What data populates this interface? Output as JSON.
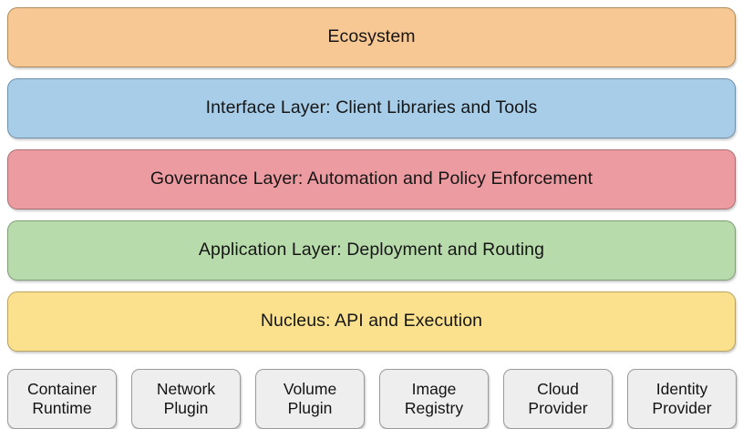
{
  "diagram": {
    "type": "layered-architecture-stack",
    "background_color": "#FFFFFF",
    "layers": [
      {
        "id": "ecosystem",
        "label": "Ecosystem",
        "fill_color": "#F7C794",
        "border_color": "#B08C5C"
      },
      {
        "id": "interface-layer",
        "label": "Interface Layer: Client Libraries and Tools",
        "fill_color": "#A7CDE8",
        "border_color": "#6E8FA8"
      },
      {
        "id": "governance-layer",
        "label": "Governance Layer: Automation and Policy Enforcement",
        "fill_color": "#EC9BA1",
        "border_color": "#A96F74"
      },
      {
        "id": "application-layer",
        "label": "Application Layer: Deployment and Routing",
        "fill_color": "#B7DBAB",
        "border_color": "#7F9C77"
      },
      {
        "id": "nucleus",
        "label": "Nucleus: API and Execution",
        "fill_color": "#FBE08E",
        "border_color": "#B7A25F"
      }
    ],
    "plugins": [
      {
        "id": "container-runtime",
        "line1": "Container",
        "line2": "Runtime"
      },
      {
        "id": "network-plugin",
        "line1": "Network",
        "line2": "Plugin"
      },
      {
        "id": "volume-plugin",
        "line1": "Volume",
        "line2": "Plugin"
      },
      {
        "id": "image-registry",
        "line1": "Image",
        "line2": "Registry"
      },
      {
        "id": "cloud-provider",
        "line1": "Cloud",
        "line2": "Provider"
      },
      {
        "id": "identity-provider",
        "line1": "Identity",
        "line2": "Provider"
      }
    ],
    "plugin_fill_color": "#EEEEEE",
    "plugin_border_color": "#9A9A9A"
  }
}
